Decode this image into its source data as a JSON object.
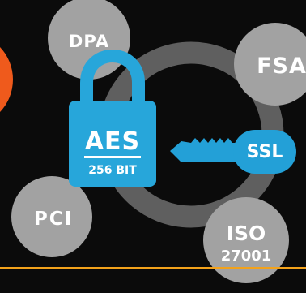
{
  "diagram": {
    "lock": {
      "title": "AES",
      "subtitle": "256 BIT"
    },
    "key": {
      "label": "SSL"
    },
    "badges": {
      "dpa": "DPA",
      "fsa": "FSA",
      "pci": "PCI",
      "iso_line1": "ISO",
      "iso_line2": "27001"
    }
  },
  "colors": {
    "background": "#0b0b0b",
    "ring": "#5f5f5f",
    "badge": "#a2a2a2",
    "badge_text": "#ffffff",
    "lock_blue": "#27a6da",
    "key_blue": "#23a0d7",
    "accent_orange": "#ef5a1c",
    "footer_line": "#f3a21b"
  },
  "icons": {
    "lock": "padlock-icon",
    "key": "key-icon"
  }
}
